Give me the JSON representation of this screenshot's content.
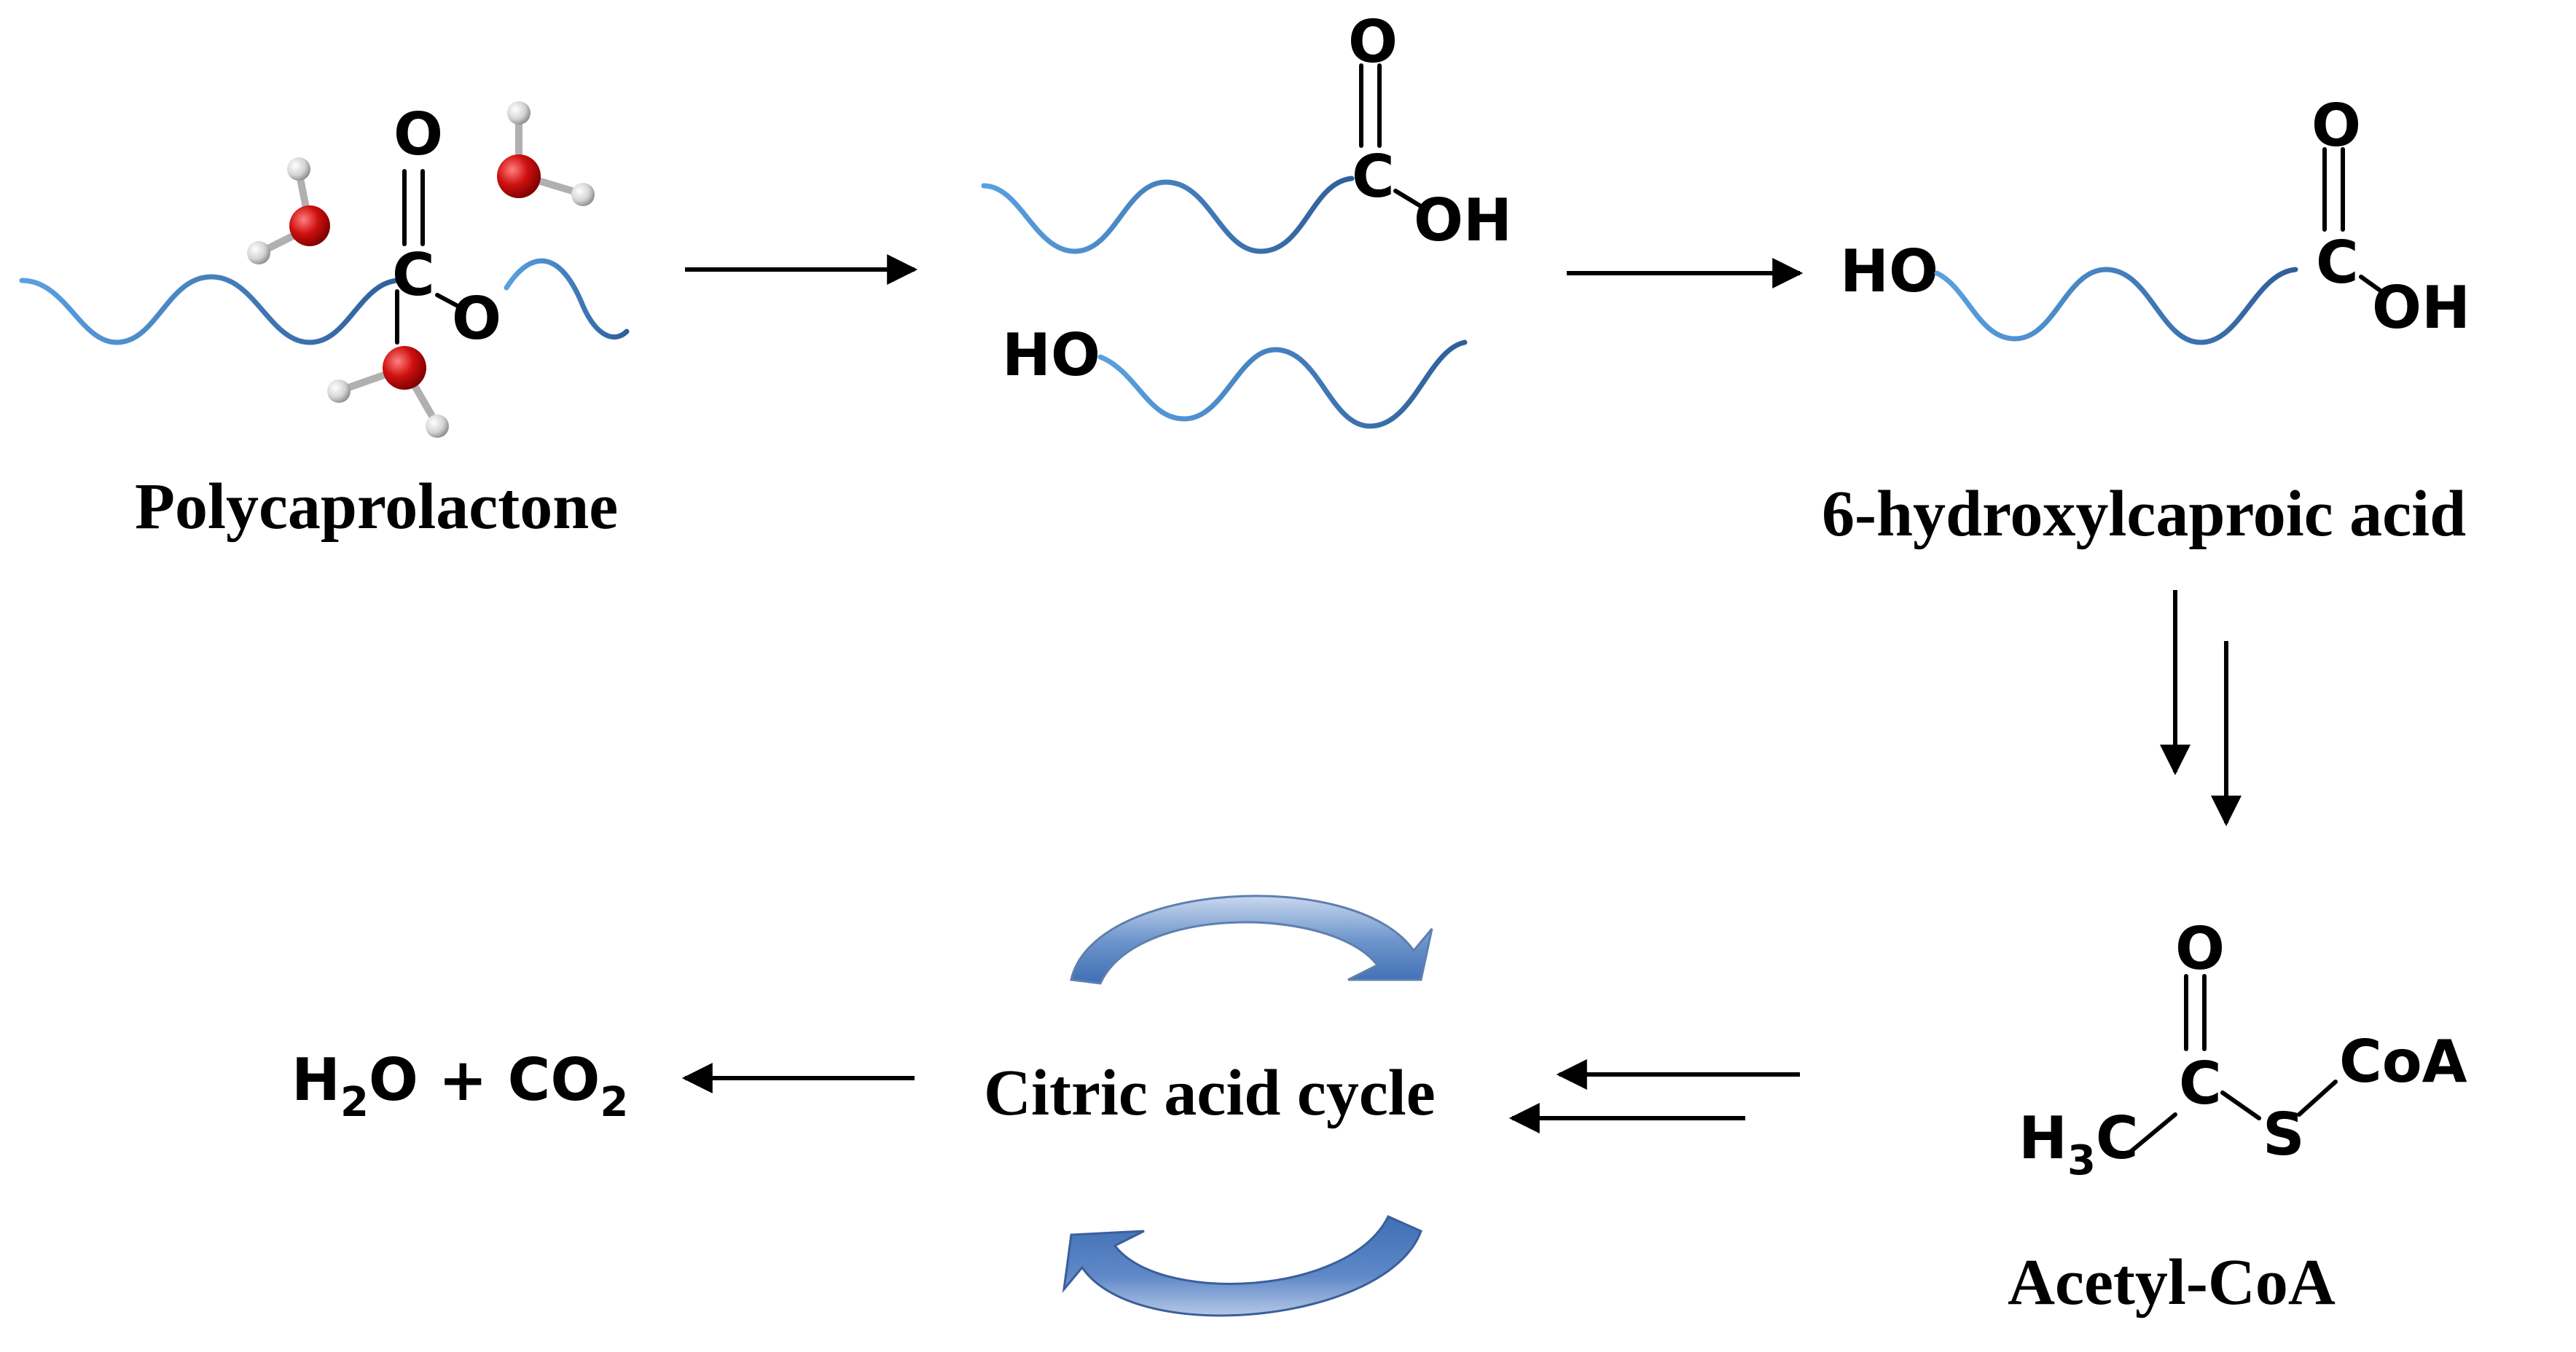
{
  "labels": {
    "polycaprolactone": "Polycaprolactone",
    "hydroxycaproic_acid": "6-hydroxylcaproic acid",
    "acetyl_coa": "Acetyl-CoA",
    "citric_acid_cycle": "Citric acid cycle"
  },
  "atoms": {
    "carbonyl_o": "O",
    "carbon": "C",
    "ester_o": "O",
    "hydroxyl_oh": "OH",
    "hydroxyl_ho": "HO",
    "sulfur": "S",
    "coa": "CoA",
    "methyl_h": "H",
    "methyl_sub": "3",
    "methyl_c": "C"
  },
  "products": {
    "h": "H",
    "h_sub": "2",
    "o_plus_c": "O + CO",
    "o_sub": "2"
  },
  "colors": {
    "chain": "#4f8fcf",
    "chain_dark": "#2f5f9a",
    "water_o": "#d01010",
    "water_h": "#d8d8d8",
    "cycle_arrow": "#3f6fb5"
  }
}
